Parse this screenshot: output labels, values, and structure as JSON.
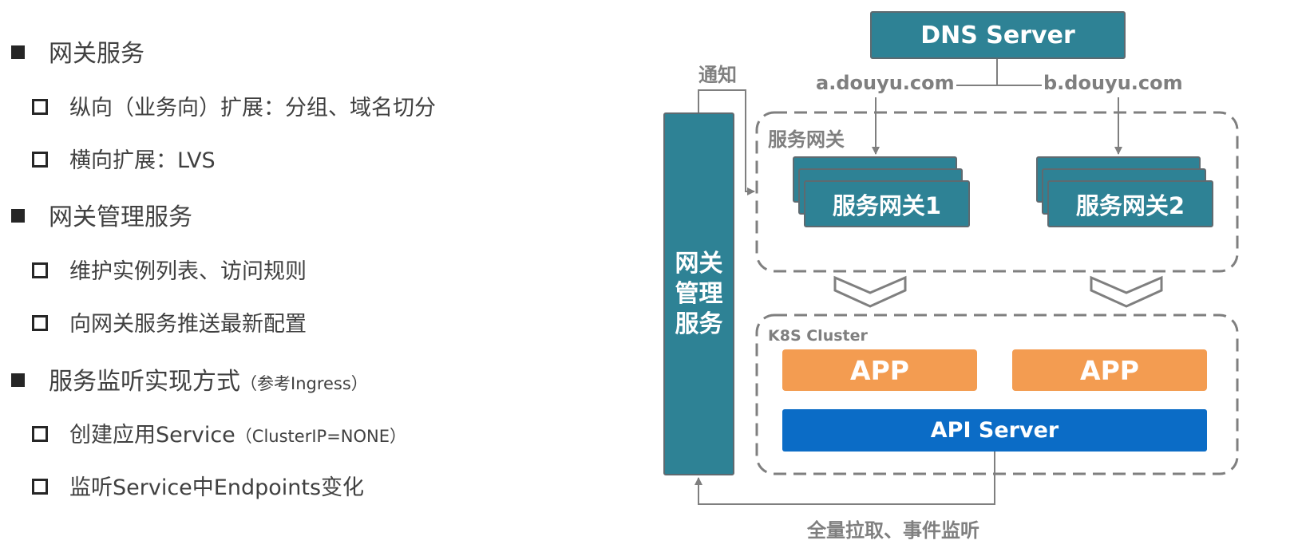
{
  "bullets": {
    "gateway_service": "网关服务",
    "vertical_scaling": "纵向（业务向）扩展：分组、域名切分",
    "horizontal_scaling": "横向扩展：LVS",
    "gateway_mgmt_service": "网关管理服务",
    "maintain_instances": "维护实例列表、访问规则",
    "push_config": "向网关服务推送最新配置",
    "service_watch": "服务监听实现方式",
    "service_watch_note": "（参考Ingress）",
    "create_service": "创建应用Service",
    "create_service_note": "（ClusterIP=NONE）",
    "watch_endpoints": "监听Service中Endpoints变化"
  },
  "diagram": {
    "dns_server": "DNS Server",
    "domain_a": "a.douyu.com",
    "domain_b": "b.douyu.com",
    "notify": "通知",
    "gateway_group": "服务网关",
    "gateway1": "服务网关1",
    "gateway2": "服务网关2",
    "mgmt_line1": "网关",
    "mgmt_line2": "管理",
    "mgmt_line3": "服务",
    "k8s_cluster": "K8S Cluster",
    "app1": "APP",
    "app2": "APP",
    "api_server": "API Server",
    "pull_watch": "全量拉取、事件监听"
  },
  "colors": {
    "teal": "#2e8295",
    "app_orange": "#f39c51",
    "api_blue": "#0b6cc6",
    "arrow_gray": "#7f7f7f"
  }
}
